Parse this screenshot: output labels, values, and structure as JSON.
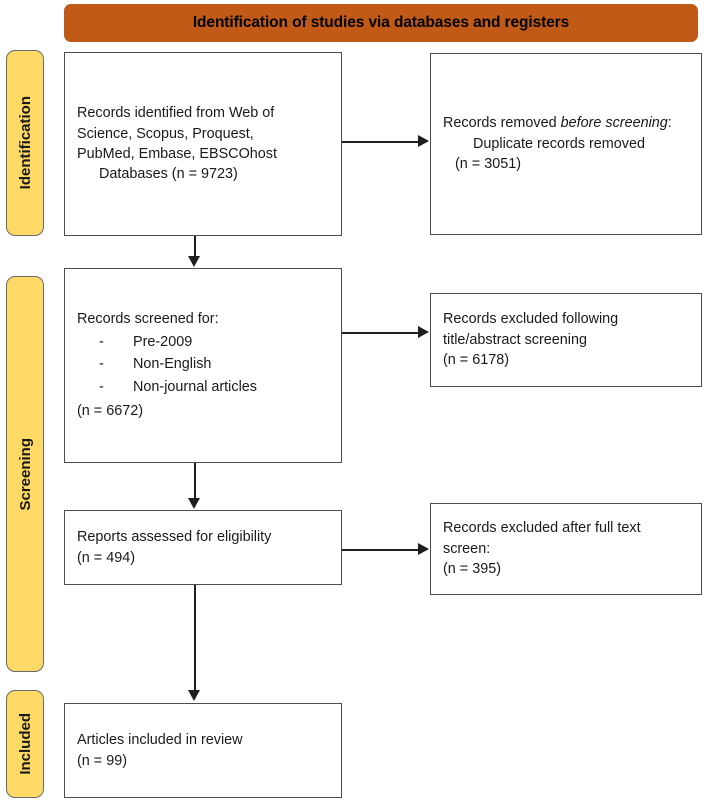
{
  "banner": {
    "title": "Identification of studies via databases and registers"
  },
  "stages": [
    {
      "id": "identification",
      "label": "Identification"
    },
    {
      "id": "screening",
      "label": "Screening"
    },
    {
      "id": "included",
      "label": "Included"
    }
  ],
  "boxes": {
    "identified": {
      "line1": "Records identified from Web of",
      "line2": "Science, Scopus, Proquest,",
      "line3": "PubMed, Embase, EBSCOhost",
      "line4": "Databases (n = 9723)",
      "count": "9723"
    },
    "removed": {
      "lead": "Records removed ",
      "lead_italic": "before screening",
      "lead_colon": ":",
      "detail": "Duplicate records removed",
      "count_line": "(n = 3051)",
      "count": "3051"
    },
    "screened": {
      "heading": "Records screened for:",
      "dash": "-",
      "criteria": [
        "Pre-2009",
        "Non-English",
        "Non-journal articles"
      ],
      "count_line": "(n = 6672)",
      "count": "6672"
    },
    "excluded_title_abstract": {
      "line1": "Records excluded following",
      "line2": "title/abstract screening",
      "count_line": "(n = 6178)",
      "count": "6178"
    },
    "eligibility": {
      "line1": "Reports assessed for eligibility",
      "count_line": "(n = 494)",
      "count": "494"
    },
    "excluded_full_text": {
      "line1": "Records excluded after full text",
      "line2": "screen:",
      "count_line": "(n = 395)",
      "count": "395"
    },
    "included": {
      "line1": "Articles included in review",
      "count_line": "(n = 99)",
      "count": "99"
    }
  },
  "colors": {
    "banner_fill": "#C25A17",
    "stage_fill": "#FFD966",
    "stage_border": "#6B6B6B",
    "box_border": "#4D4D4D",
    "connector": "#1F1F1F",
    "text": "#1A1A1A",
    "page_background": "#FFFFFF"
  }
}
